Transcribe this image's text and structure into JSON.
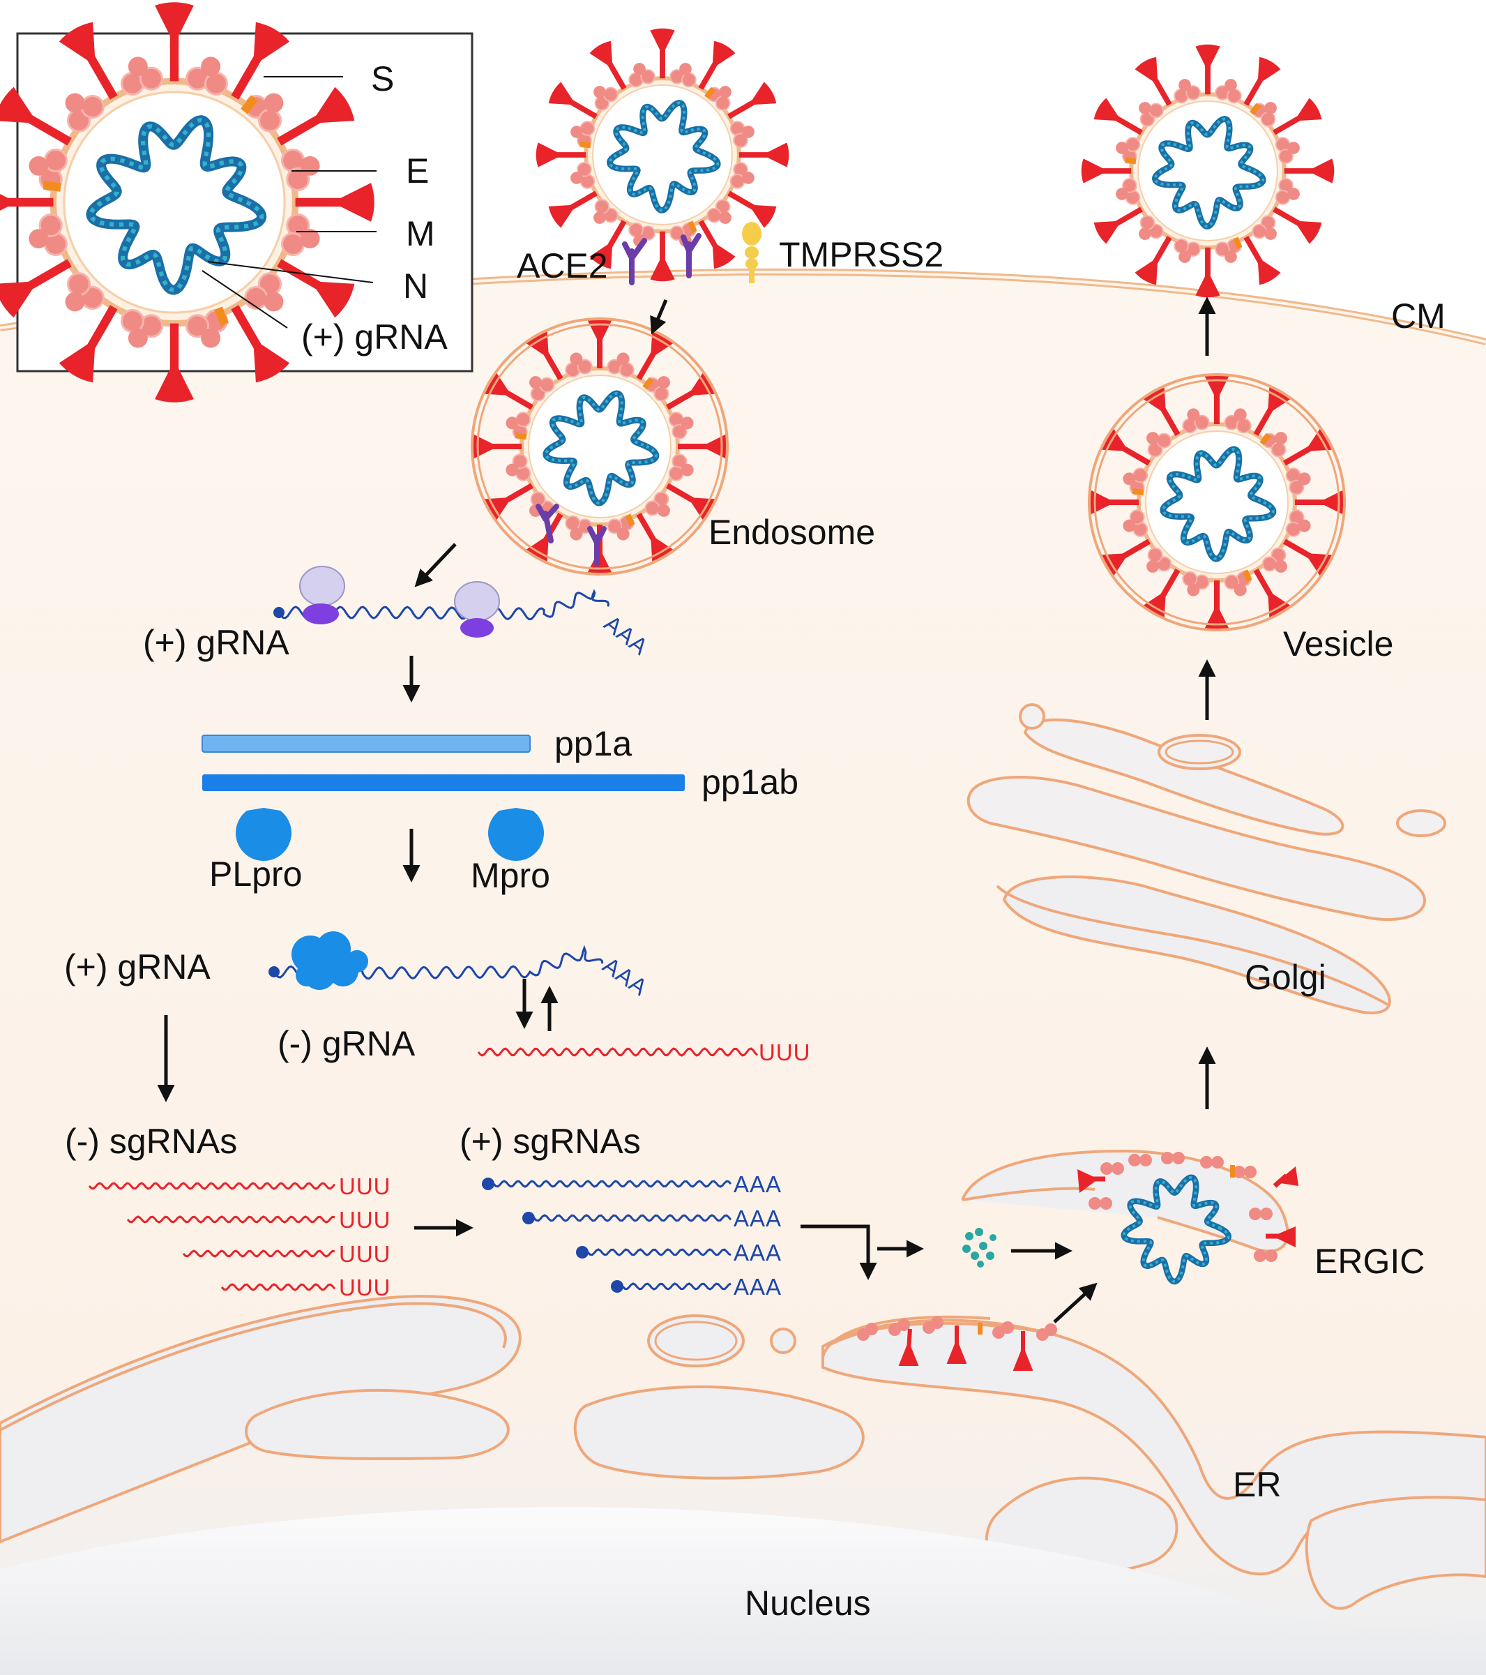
{
  "legend": {
    "S": "S",
    "E": "E",
    "M": "M",
    "N": "N",
    "gRNA": "(+) gRNA"
  },
  "labels": {
    "ace2": "ACE2",
    "tmprss2": "TMPRSS2",
    "cm": "CM",
    "endosome": "Endosome",
    "vesicle": "Vesicle",
    "golgi": "Golgi",
    "ergic": "ERGIC",
    "er": "ER",
    "nucleus": "Nucleus",
    "pos_grna_1": "(+) gRNA",
    "pos_grna_2": "(+) gRNA",
    "neg_grna": "(-) gRNA",
    "pp1a": "pp1a",
    "pp1ab": "pp1ab",
    "plpro": "PLpro",
    "mpro": "Mpro",
    "neg_sgrnas": "(-) sgRNAs",
    "pos_sgrnas": "(+) sgRNAs"
  },
  "tails": {
    "aaa": "AAA",
    "uuu": "UUU"
  },
  "colors": {
    "spike": "#e8232a",
    "membrane_protein": "#f08a84",
    "envelope": "#f28c1f",
    "genome": "#1a6fa8",
    "cell_fill": "#fdf4ec",
    "membrane": "#f0b98a",
    "polyprotein_light": "#6fb3f0",
    "polyprotein_dark": "#1a7fe6",
    "protease": "#1a8de6",
    "ace2": "#6b3da8",
    "tmprss2": "#f5cd4a"
  }
}
